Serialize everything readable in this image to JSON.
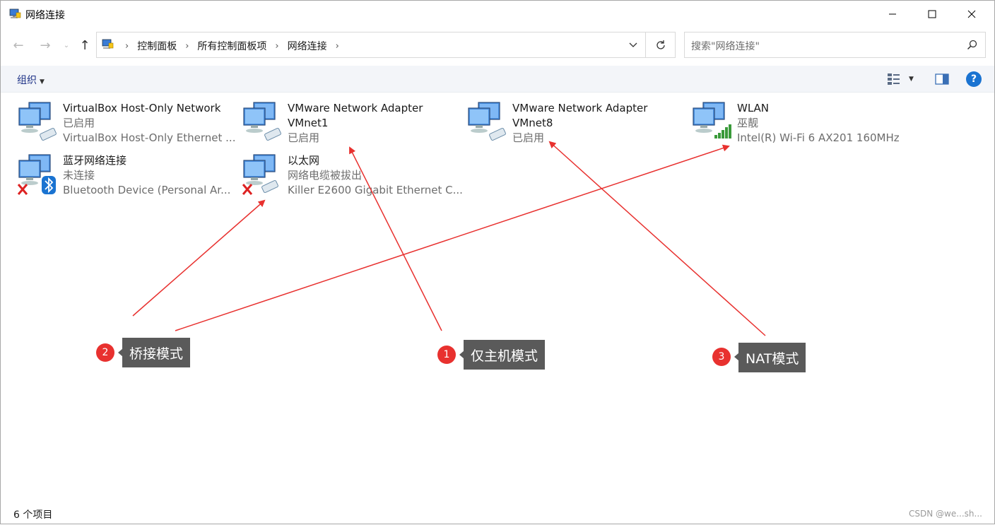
{
  "window": {
    "title": "网络连接",
    "minimize_icon": "minimize-icon",
    "maximize_icon": "maximize-icon",
    "close_icon": "close-icon"
  },
  "address_bar": {
    "crumbs": [
      "控制面板",
      "所有控制面板项",
      "网络连接"
    ],
    "search_placeholder": "搜索\"网络连接\""
  },
  "command_bar": {
    "organize_label": "组织",
    "help_label": "?"
  },
  "items": [
    {
      "name": "VirtualBox Host-Only Network",
      "name2": "",
      "status": "已启用",
      "device": "VirtualBox Host-Only Ethernet ...",
      "state": "enabled",
      "badge": "network-cable"
    },
    {
      "name": "VMware Network Adapter",
      "name2": "VMnet1",
      "status": "已启用",
      "device": "",
      "state": "enabled",
      "badge": "network-cable"
    },
    {
      "name": "VMware Network Adapter",
      "name2": "VMnet8",
      "status": "已启用",
      "device": "",
      "state": "enabled",
      "badge": "network-cable"
    },
    {
      "name": "WLAN",
      "name2": "",
      "status": "巫靓",
      "device": "Intel(R) Wi-Fi 6 AX201 160MHz",
      "state": "connected",
      "badge": "wifi-signal"
    },
    {
      "name": "蓝牙网络连接",
      "name2": "",
      "status": "未连接",
      "device": "Bluetooth Device (Personal Ar...",
      "state": "disconnected",
      "badge": "bluetooth"
    },
    {
      "name": "以太网",
      "name2": "",
      "status": "网络电缆被拔出",
      "device": "Killer E2600 Gigabit Ethernet C...",
      "state": "disconnected",
      "badge": "network-cable"
    }
  ],
  "annotations": [
    {
      "number": "2",
      "label": "桥接模式"
    },
    {
      "number": "1",
      "label": "仅主机模式"
    },
    {
      "number": "3",
      "label": "NAT模式"
    }
  ],
  "colors": {
    "arrow": "#e8312f",
    "badge": "#e8312f",
    "label_bg": "#5a5a5a",
    "link_blue": "#1e3287"
  },
  "status_bar": {
    "count": "6 个项目"
  },
  "watermark": "CSDN @we...sh..."
}
